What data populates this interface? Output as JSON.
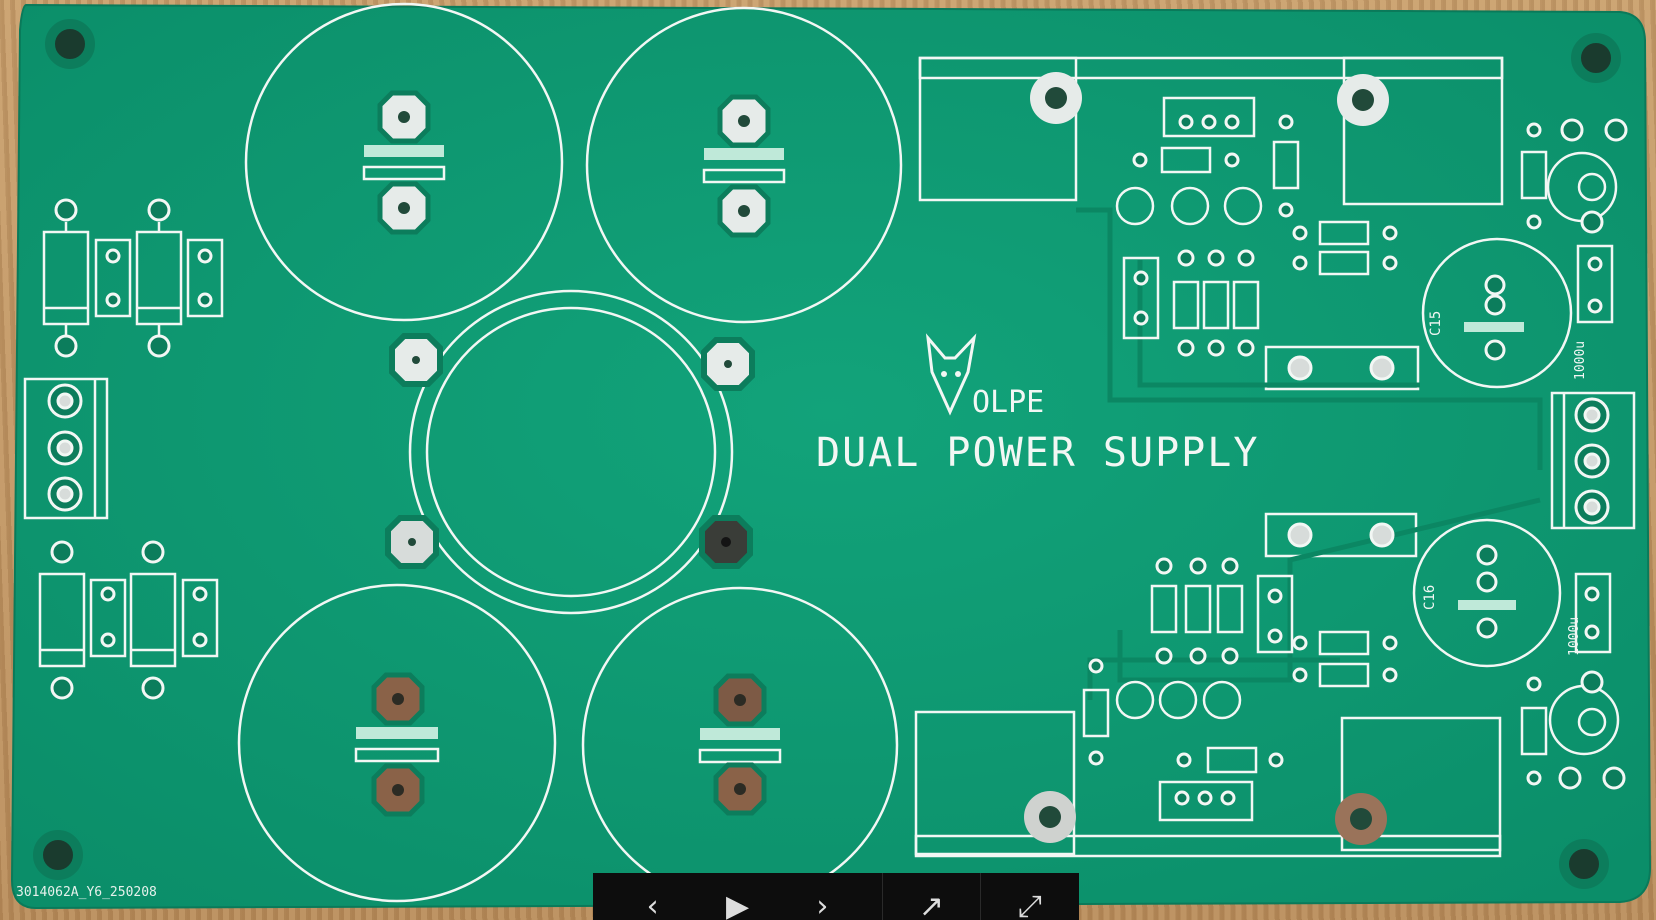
{
  "board": {
    "logo_text": "OLPE",
    "title": "DUAL POWER SUPPLY",
    "serial": "3014062A_Y6_250208",
    "labels": {
      "c15": "C15",
      "c16": "C16",
      "cap_top": "1000u",
      "cap_bottom": "1000u"
    }
  },
  "colors": {
    "solder_mask": "#0f9b73",
    "silkscreen": "#f2f7f4",
    "pad_silver": "#d7dcda",
    "pad_copper": "#8a6248"
  },
  "toolbar": {
    "prev_icon": "chevron-left-icon",
    "play_icon": "play-icon",
    "next_icon": "chevron-right-icon",
    "shrink_icon": "arrow-diagonal-icon",
    "expand_icon": "expand-icon",
    "prev_glyph": "‹",
    "play_glyph": "▶",
    "next_glyph": "›",
    "shrink_glyph": "↗",
    "expand_glyph": "⤢"
  }
}
